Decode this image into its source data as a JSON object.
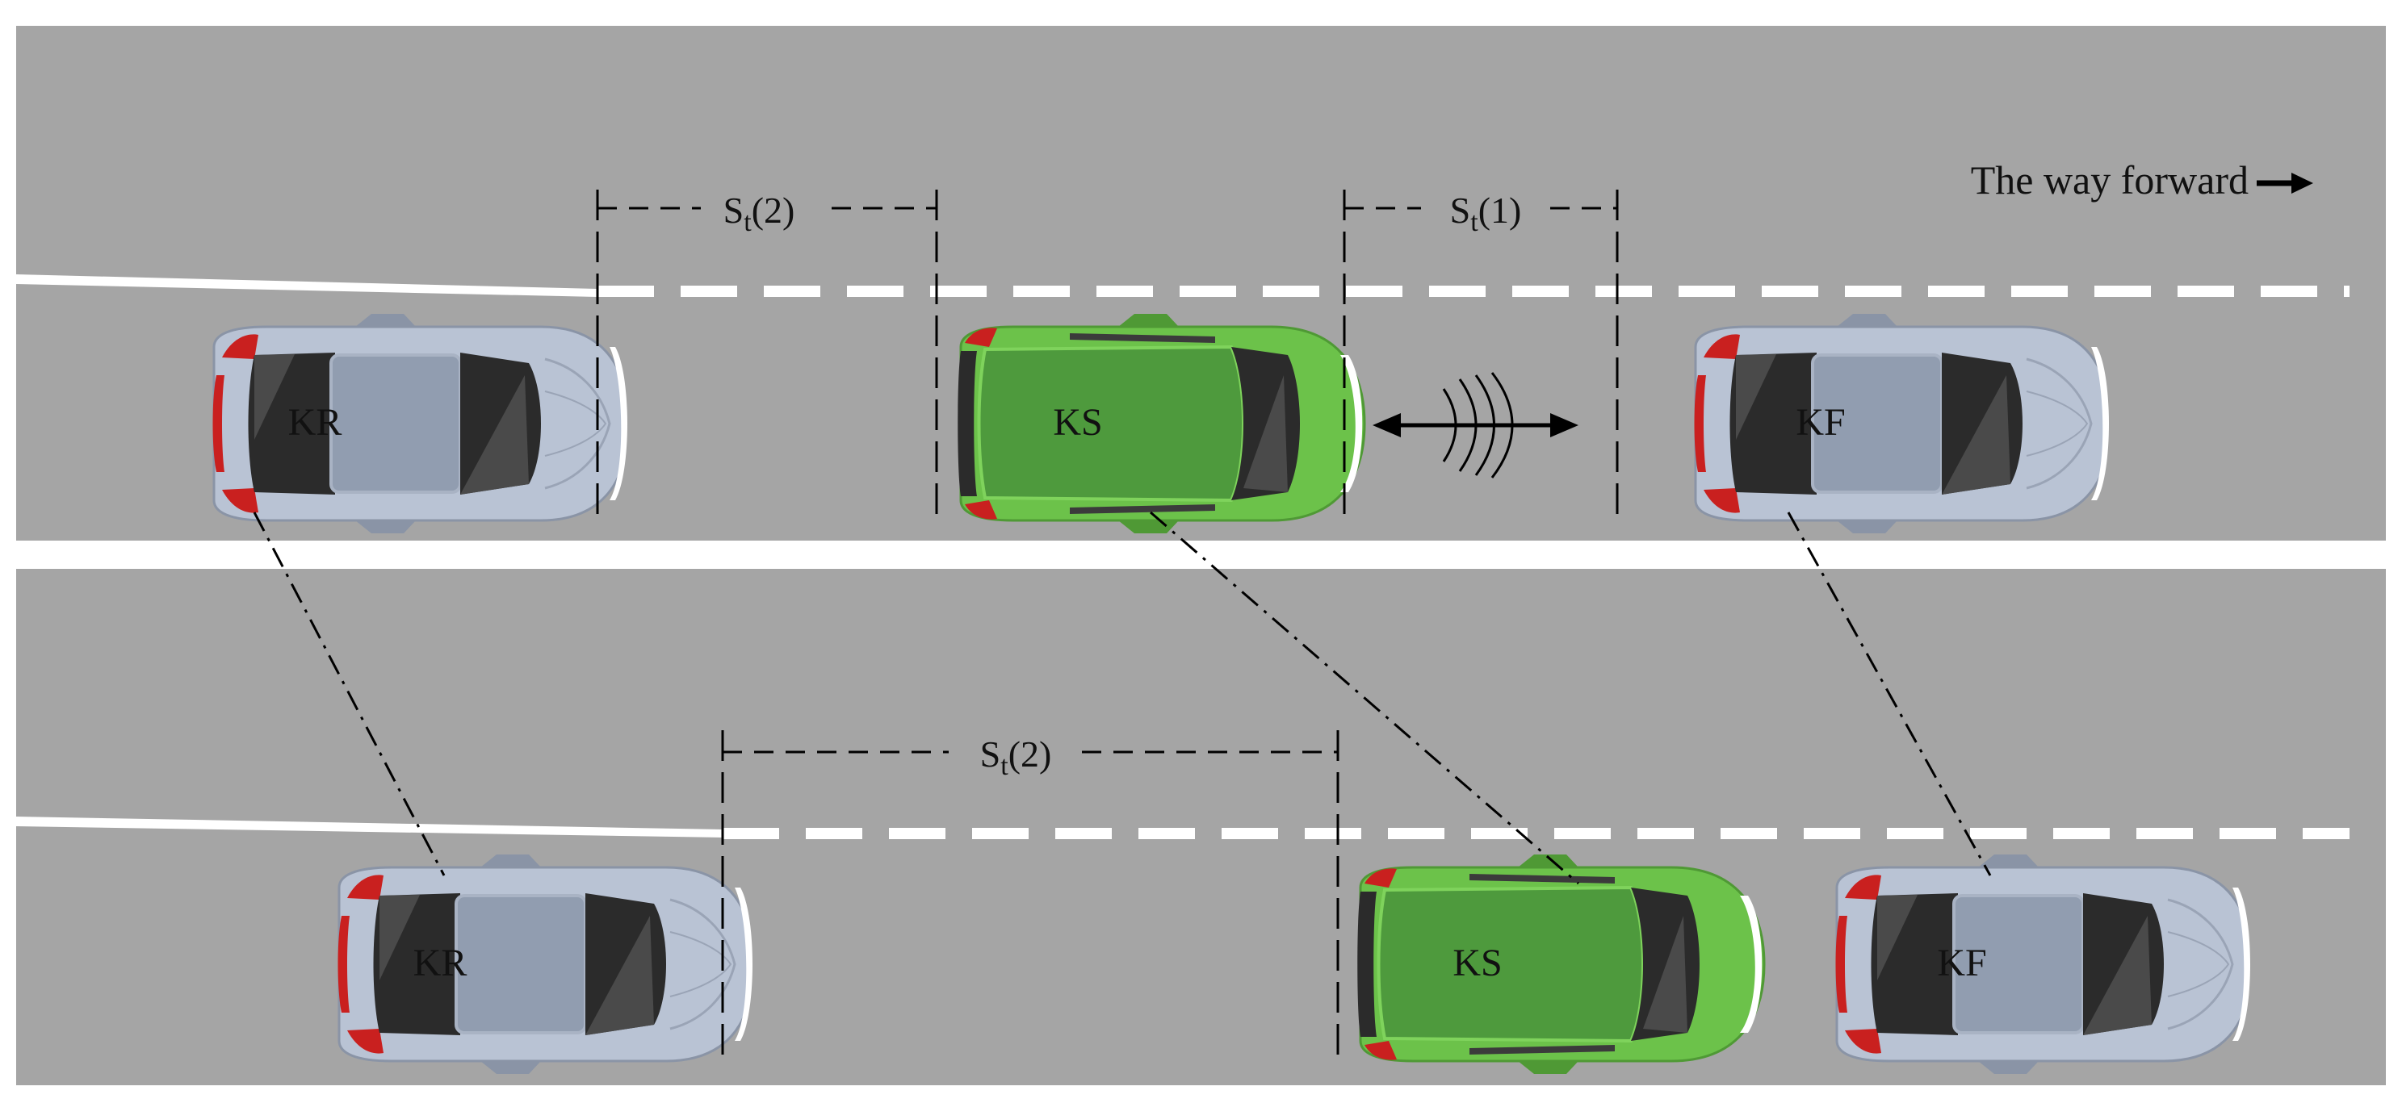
{
  "forward_label": "The way forward",
  "colors": {
    "road": "#a5a5a5",
    "lane_marking": "#ffffff",
    "subject_car": "#6cc24a",
    "other_car": "#b9c3d4"
  },
  "top": {
    "cars": {
      "rear": "KR",
      "subject": "KS",
      "front": "KF"
    },
    "gap_front": {
      "s": "S",
      "sub": "t",
      "idx": "(1)"
    },
    "gap_rear": {
      "s": "S",
      "sub": "t",
      "idx": "(2)"
    }
  },
  "bottom": {
    "cars": {
      "rear": "KR",
      "subject": "KS",
      "front": "KF"
    },
    "gap_rear": {
      "s": "S",
      "sub": "t",
      "idx": "(2)"
    }
  }
}
